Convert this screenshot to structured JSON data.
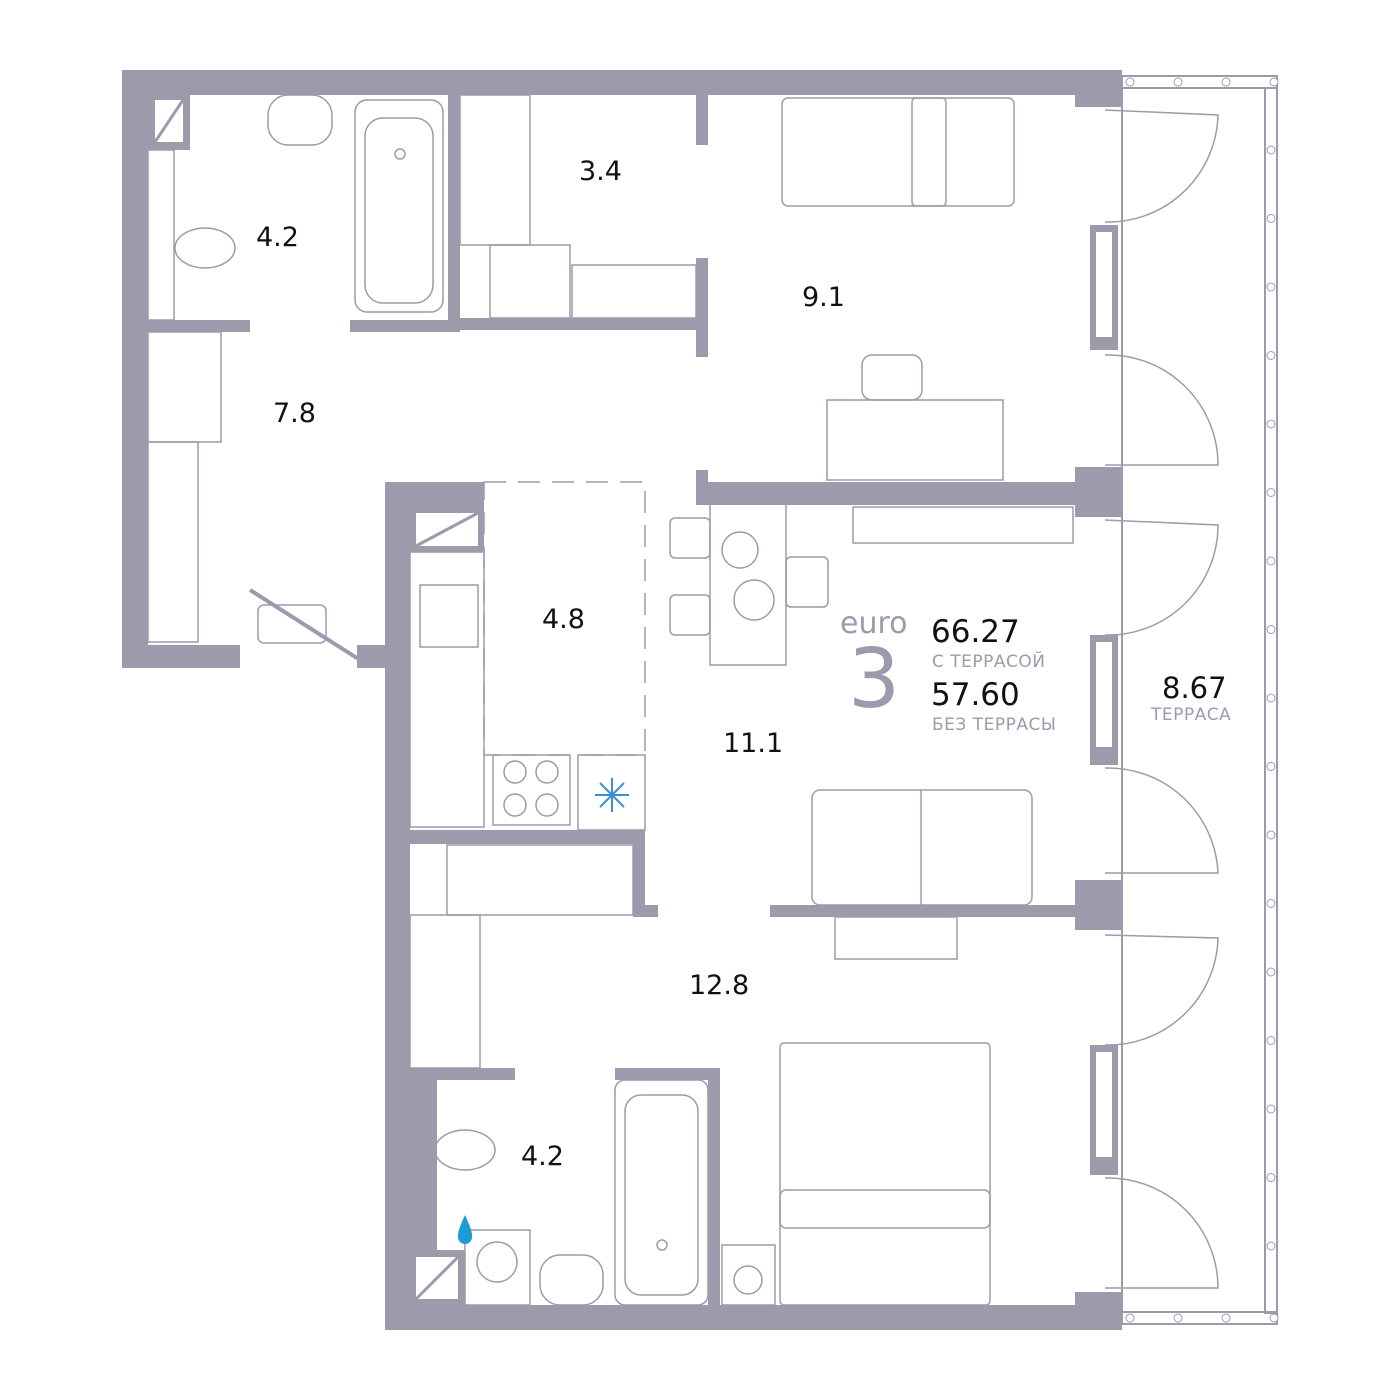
{
  "colors": {
    "wall": "#9d9aac",
    "line": "#9d9aac",
    "water": "#1e9ad6",
    "snow": "#3a8fd8"
  },
  "plan": {
    "type_label": "euro",
    "rooms_count": "3",
    "area_total": "66.27",
    "area_total_caption": "С ТЕРРАСОЙ",
    "area_net": "57.60",
    "area_net_caption": "БЕЗ ТЕРРАСЫ",
    "terrace_area": "8.67",
    "terrace_caption": "ТЕРРАСА"
  },
  "rooms": [
    {
      "name": "bathroom-top",
      "area": "4.2"
    },
    {
      "name": "wardrobe-top",
      "area": "3.4"
    },
    {
      "name": "bedroom-top",
      "area": "9.1"
    },
    {
      "name": "hallway",
      "area": "7.8"
    },
    {
      "name": "kitchen",
      "area": "4.8"
    },
    {
      "name": "living-room",
      "area": "11.1"
    },
    {
      "name": "bedroom-bottom",
      "area": "12.8"
    },
    {
      "name": "bathroom-bottom",
      "area": "4.2"
    }
  ]
}
